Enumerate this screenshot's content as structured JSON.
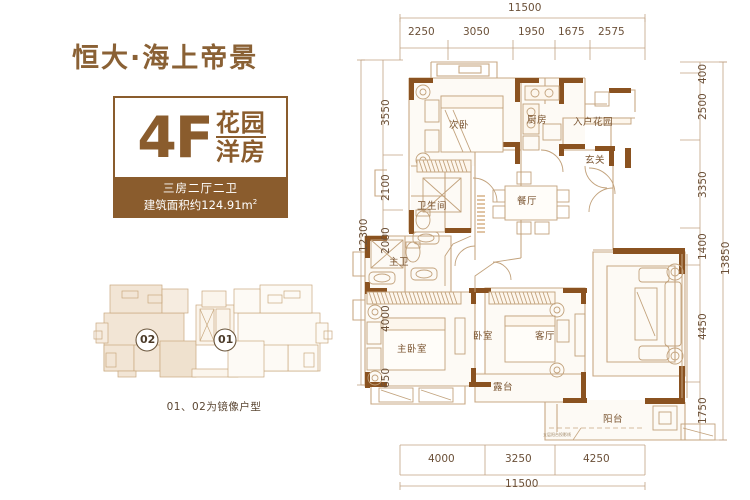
{
  "branding": {
    "project_title": "恒大·海上帝景",
    "title_color": "#8a6135"
  },
  "badge": {
    "floor": "4F",
    "word_line1": "花园",
    "word_line2": "洋房",
    "rooms": "三房二厅二卫",
    "area_prefix": "建筑面积约124.91m",
    "area_sup": "2",
    "accent_color": "#8a5c2d"
  },
  "keyplan": {
    "unit_right": "01",
    "unit_left": "02",
    "caption": "01、02为镜像户型"
  },
  "plan": {
    "top_total": "11500",
    "top_segments": [
      "2250",
      "3050",
      "1950",
      "1675",
      "2575"
    ],
    "bottom_total": "11500",
    "bottom_segments": [
      "4000",
      "3250",
      "4250"
    ],
    "left_total": "12300",
    "left_segments": [
      "3550",
      "2100",
      "2000",
      "4000",
      "650"
    ],
    "right_total": "13850",
    "right_segments": [
      "400",
      "2500",
      "3350",
      "1400",
      "4450",
      "1750"
    ],
    "rooms": [
      {
        "name": "次卧",
        "id": "secondary-bedroom"
      },
      {
        "name": "厨房",
        "id": "kitchen"
      },
      {
        "name": "入户花园",
        "id": "entry-garden"
      },
      {
        "name": "玄关",
        "id": "foyer"
      },
      {
        "name": "卫生间",
        "id": "bathroom"
      },
      {
        "name": "餐厅",
        "id": "dining-room"
      },
      {
        "name": "主卫",
        "id": "master-bathroom"
      },
      {
        "name": "主卧室",
        "id": "master-bedroom"
      },
      {
        "name": "卧室",
        "id": "bedroom"
      },
      {
        "name": "客厅",
        "id": "living-room"
      },
      {
        "name": "露台",
        "id": "terrace"
      },
      {
        "name": "阳台",
        "id": "balcony"
      }
    ],
    "note": "五层阳台投影线",
    "wall_color": "#8a5220",
    "thin_wall_color": "#c8a884",
    "furniture_color": "#b99a74"
  }
}
